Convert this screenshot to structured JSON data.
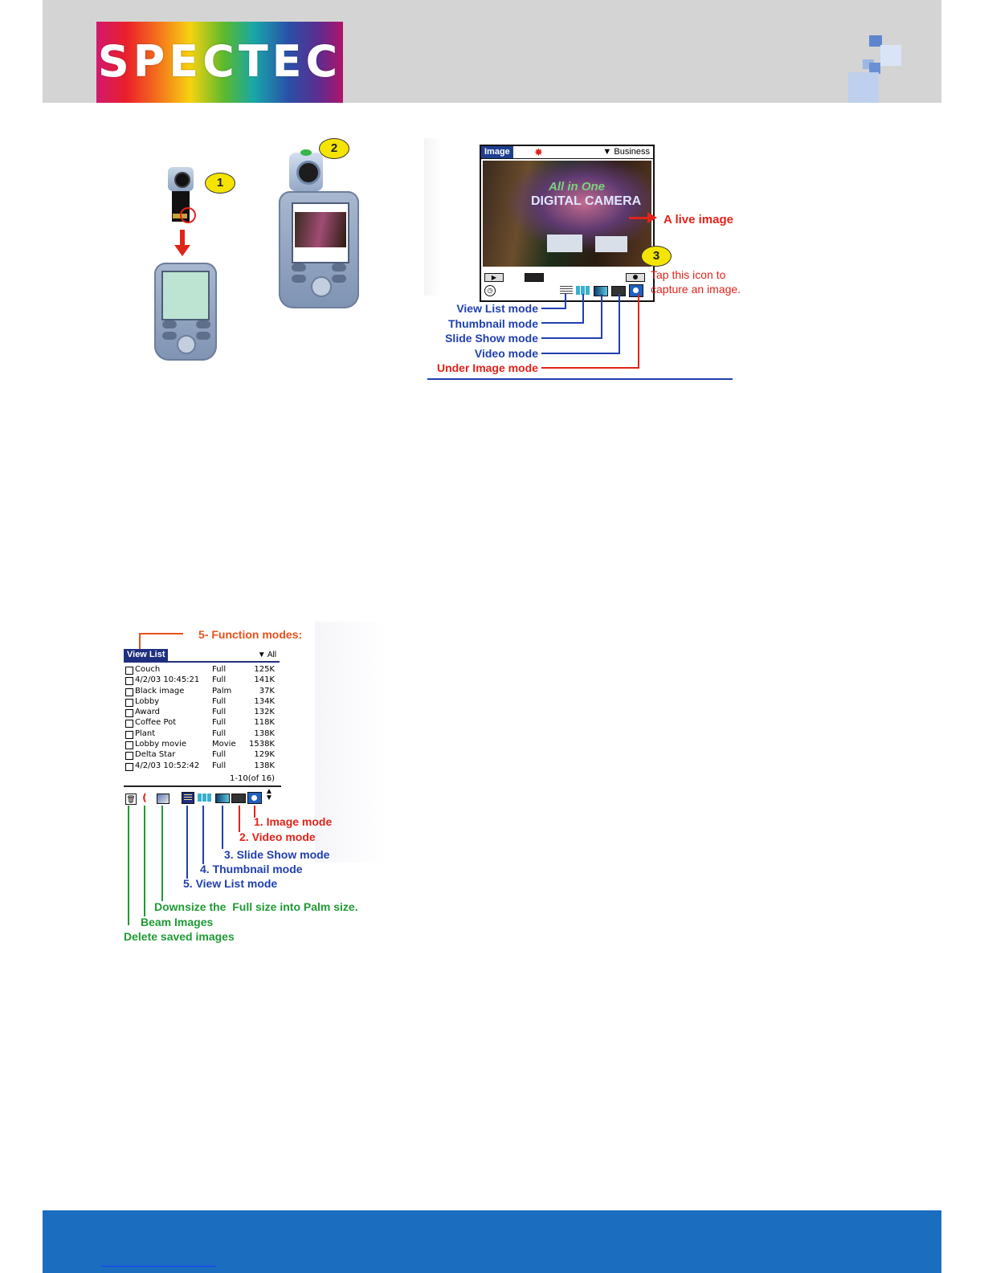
{
  "header": {
    "logo_text": "SPECTEC"
  },
  "callouts": {
    "one": "1",
    "two": "2",
    "three": "3"
  },
  "camera_screen": {
    "title": "Image",
    "category": "Business",
    "photo_text_1": "All in One",
    "photo_text_2": "DIGITAL CAMERA"
  },
  "camera_labels": {
    "live_image": "A live image",
    "tap_line1": "Tap this icon to",
    "tap_line2": "capture an image.",
    "view_list": "View List mode",
    "thumbnail": "Thumbnail mode",
    "slide_show": "Slide Show mode",
    "video": "Video mode",
    "under_image": "Under Image mode"
  },
  "viewlist_screen": {
    "title": "View List",
    "filter": "All",
    "function_modes": "5- Function modes:",
    "rows": [
      {
        "name": "Couch",
        "type": "Full",
        "size": "125K"
      },
      {
        "name": "4/2/03 10:45:21",
        "type": "Full",
        "size": "141K"
      },
      {
        "name": "Black image",
        "type": "Palm",
        "size": "37K"
      },
      {
        "name": "Lobby",
        "type": "Full",
        "size": "134K"
      },
      {
        "name": "Award",
        "type": "Full",
        "size": "132K"
      },
      {
        "name": "Coffee Pot",
        "type": "Full",
        "size": "118K"
      },
      {
        "name": "Plant",
        "type": "Full",
        "size": "138K"
      },
      {
        "name": "Lobby movie",
        "type": "Movie",
        "size": "1538K"
      },
      {
        "name": "Delta Star",
        "type": "Full",
        "size": "129K"
      },
      {
        "name": "4/2/03 10:52:42",
        "type": "Full",
        "size": "138K"
      }
    ],
    "pagination": "1-10(of 16)"
  },
  "viewlist_labels": {
    "image_mode": "1. Image mode",
    "video_mode": "2. Video mode",
    "slide_show_mode": "3. Slide Show mode",
    "thumbnail_mode": "4. Thumbnail mode",
    "view_list_mode": "5. View List mode",
    "downsize": "Downsize the  Full size into Palm size.",
    "beam": "Beam Images",
    "delete": "Delete saved images"
  },
  "colors": {
    "header_bg": "#d4d4d4",
    "footer_bg": "#1a6dbf",
    "label_blue": "#1f3fb0",
    "label_red": "#e2231a",
    "label_green": "#1f9a34",
    "label_orange": "#e8501c"
  }
}
